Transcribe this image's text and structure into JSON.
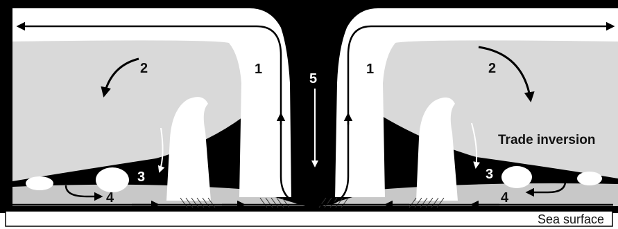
{
  "diagram": {
    "labels": {
      "cell_1_left": "1",
      "cell_1_right": "1",
      "cell_2_left": "2",
      "cell_2_right": "2",
      "cell_3_left": "3",
      "cell_3_right": "3",
      "cell_4_left": "4",
      "cell_4_right": "4",
      "cell_5": "5",
      "trade_inversion": "Trade inversion",
      "sea_surface": "Sea surface"
    },
    "colors": {
      "sky": "#000000",
      "descending_air": "#d9d9d9",
      "cloud": "#ffffff",
      "boundary_layer": "#c8c8c8",
      "sea_surface": "#ffffff",
      "arrows": "#000000"
    }
  }
}
